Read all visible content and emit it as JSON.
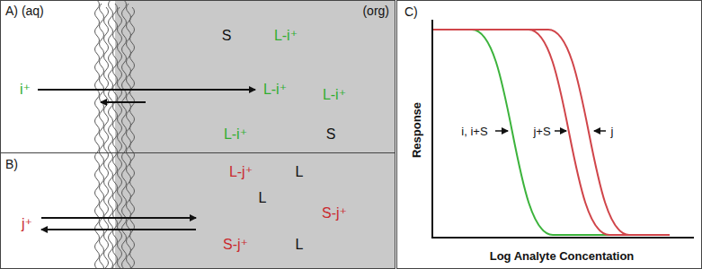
{
  "diagram": {
    "nodes": [
      {
        "text": [
          "A) (aq)",
          "(org)"
        ]
      },
      {
        "text": [
          "B)"
        ]
      },
      {
        "text": [
          "C)"
        ]
      }
    ],
    "labels": [
      "S",
      "L-i⁺",
      "i⁺",
      "L-i⁺",
      "L-i⁺",
      "L-i⁺",
      "S",
      "L-j⁺",
      "L",
      "j⁺",
      "L",
      "S-j⁺",
      "S-j⁺",
      "L",
      "Response",
      "Log Analyte Concentation",
      "i, i+S",
      "j+S",
      "j"
    ]
  }
}
